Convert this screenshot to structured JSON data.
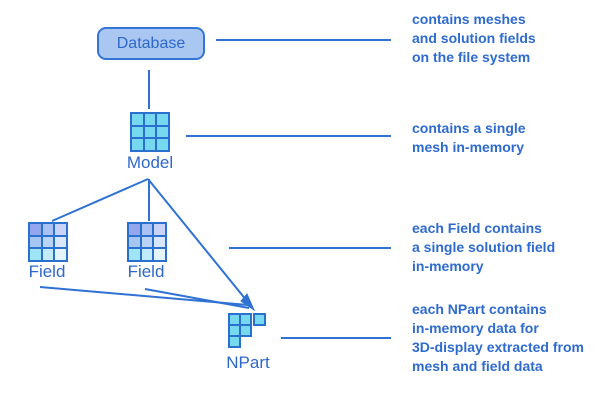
{
  "diagram": {
    "nodes": {
      "database": {
        "label": "Database"
      },
      "model": {
        "label": "Model"
      },
      "field1": {
        "label": "Field"
      },
      "field2": {
        "label": "Field"
      },
      "npart": {
        "label": "NPart"
      }
    },
    "annotations": [
      {
        "text": "contains meshes\nand solution fields\non the file system"
      },
      {
        "text": "contains a single\nmesh in-memory"
      },
      {
        "text": "each Field contains\na single solution field\nin-memory"
      },
      {
        "text": "each NPart contains\nin-memory data for\n3D-display extracted from\nmesh and field data"
      }
    ],
    "colors": {
      "line": "#2f72d4",
      "label_text": "#2d68cc",
      "annotation_text": "#2e6bd0",
      "database_fill": "#a9c7f1",
      "database_border": "#3575d6",
      "grid_border": "#2a70ce",
      "mesh_cell": "#76d9f0",
      "field_cells": [
        "#93a7ee",
        "#a9c2f3",
        "#c9d3f7",
        "#a6c6f2",
        "#b9d4f6",
        "#d8e7fa",
        "#9fe5f5",
        "#c3ecfa",
        "#e4f5fc"
      ]
    },
    "icons": {
      "model": "mesh-grid-3x3",
      "field": "field-grid-3x3",
      "npart": "partial-mesh-staircase"
    }
  }
}
